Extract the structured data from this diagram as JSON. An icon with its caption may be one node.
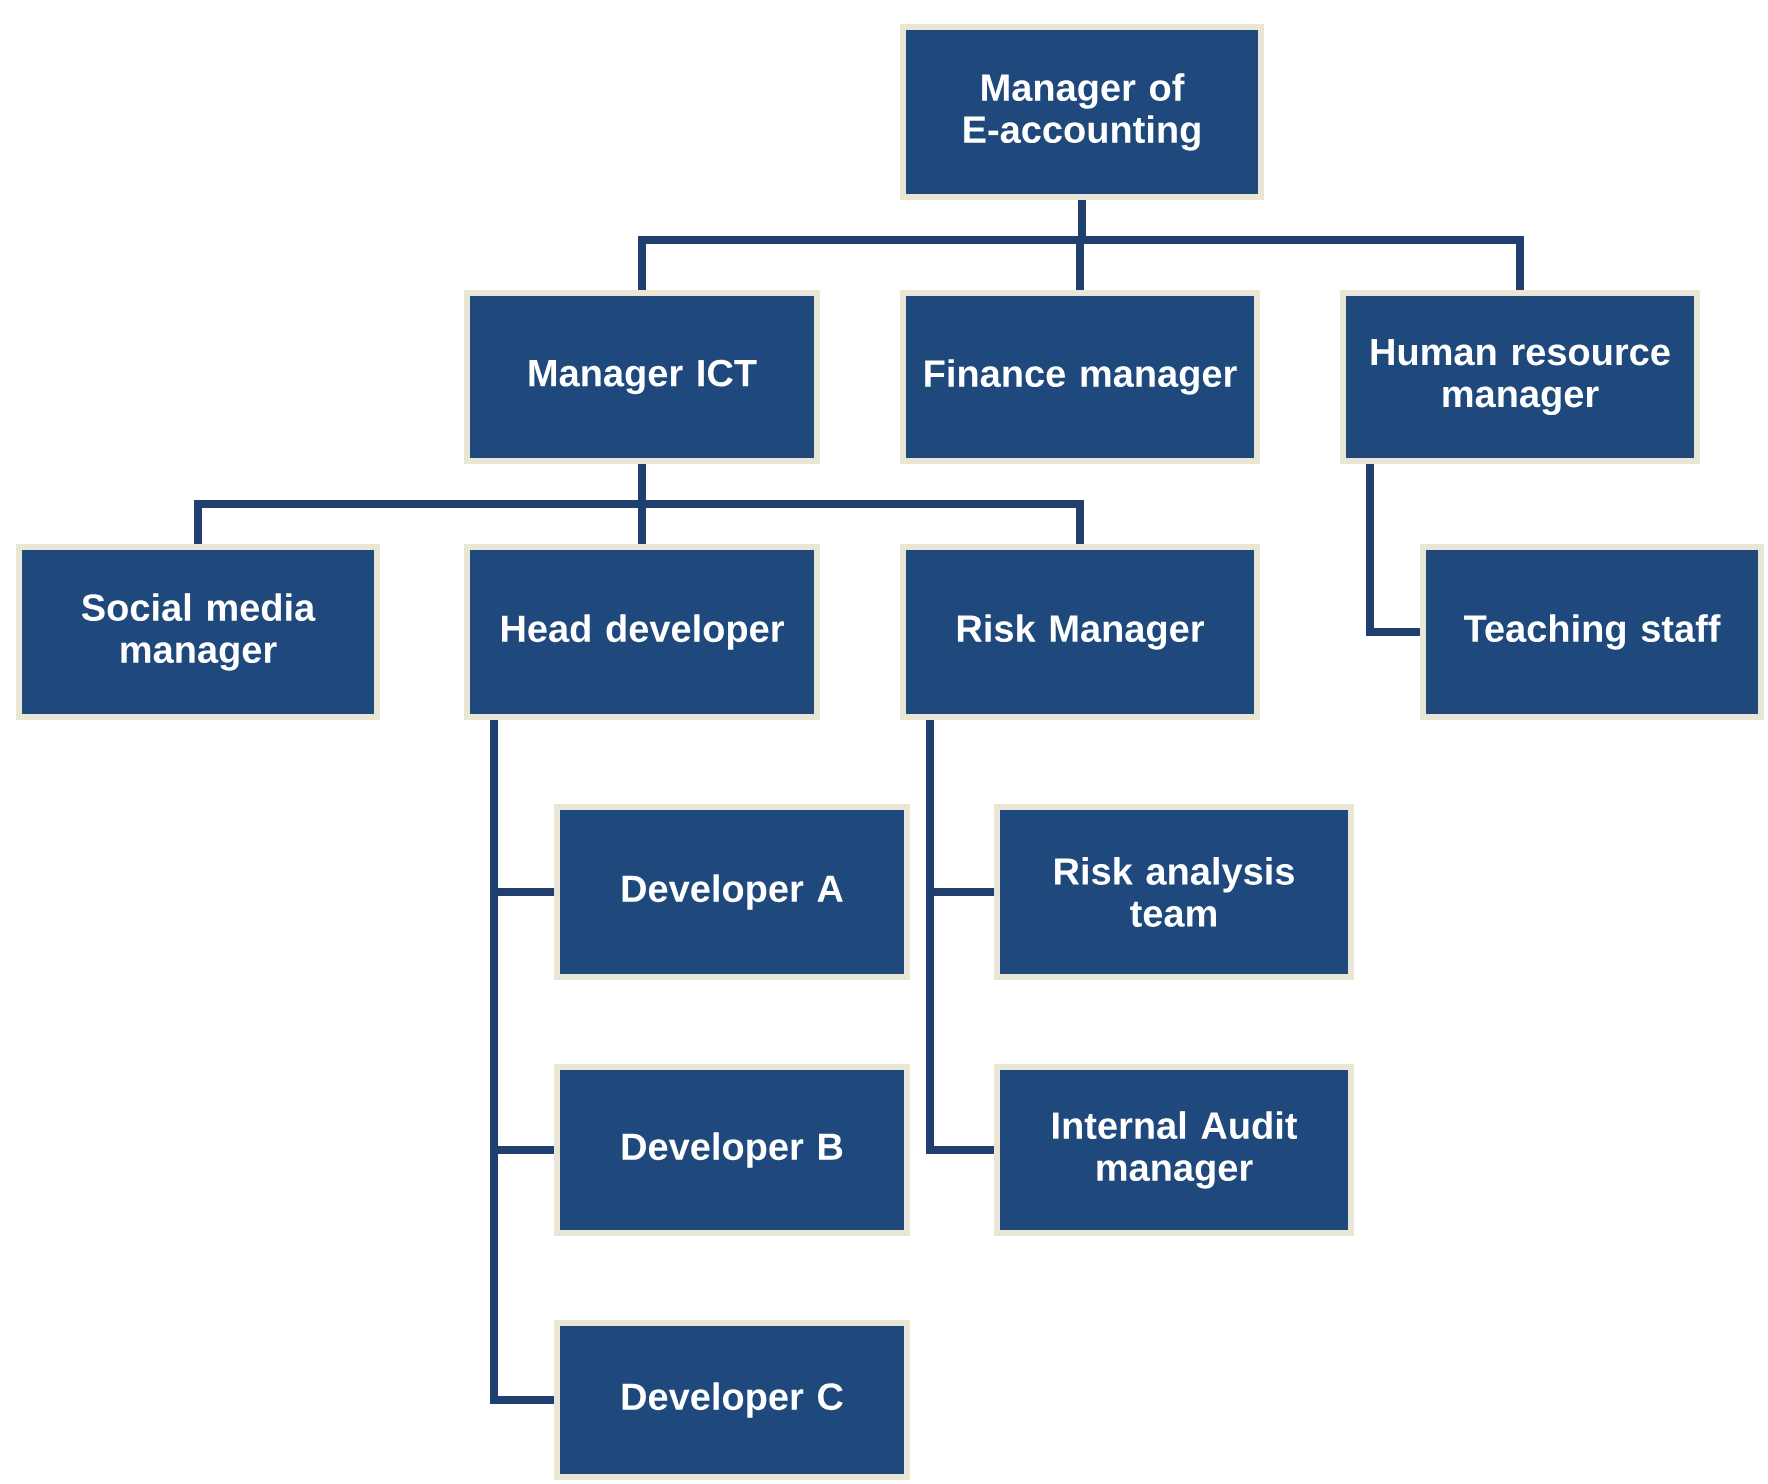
{
  "diagram": {
    "nodes": [
      {
        "text": [
          "Manager of E-accounting"
        ]
      },
      {
        "text": [
          "Manager ICT"
        ]
      },
      {
        "text": [
          "Finance manager"
        ]
      },
      {
        "text": [
          "Human resource manager"
        ]
      },
      {
        "text": [
          "Social media manager"
        ]
      },
      {
        "text": [
          "Head developer"
        ]
      },
      {
        "text": [
          "Risk Manager"
        ]
      },
      {
        "text": [
          "Teaching staff"
        ]
      },
      {
        "text": [
          "Developer A"
        ]
      },
      {
        "text": [
          "Developer B"
        ]
      },
      {
        "text": [
          "Developer C"
        ]
      },
      {
        "text": [
          "Risk analysis team"
        ]
      },
      {
        "text": [
          "Internal Audit manager"
        ]
      }
    ],
    "edges": [
      {
        "from": 0,
        "to": 1,
        "arrow": "none"
      },
      {
        "from": 0,
        "to": 2,
        "arrow": "none"
      },
      {
        "from": 0,
        "to": 3,
        "arrow": "none"
      },
      {
        "from": 1,
        "to": 4,
        "arrow": "none"
      },
      {
        "from": 1,
        "to": 5,
        "arrow": "none"
      },
      {
        "from": 1,
        "to": 6,
        "arrow": "none"
      },
      {
        "from": 3,
        "to": 7,
        "arrow": "none"
      },
      {
        "from": 5,
        "to": 8,
        "arrow": "none"
      },
      {
        "from": 5,
        "to": 9,
        "arrow": "none"
      },
      {
        "from": 5,
        "to": 10,
        "arrow": "none"
      },
      {
        "from": 6,
        "to": 11,
        "arrow": "none"
      },
      {
        "from": 6,
        "to": 12,
        "arrow": "none"
      }
    ]
  }
}
